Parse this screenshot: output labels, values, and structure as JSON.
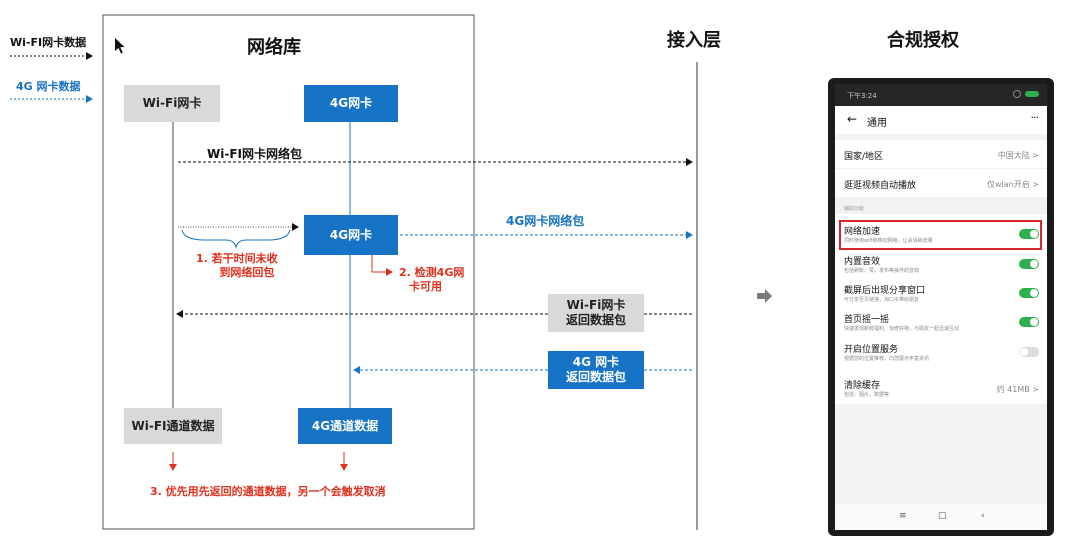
{
  "legend": {
    "wifi": "Wi-FI网卡数据",
    "g4": "4G 网卡数据"
  },
  "titles": {
    "network_lib": "网络库",
    "access_layer": "接入层",
    "compliance": "合规授权"
  },
  "boxes": {
    "wifi_card": "Wi-Fi网卡",
    "g4_card_top": "4G网卡",
    "g4_card_mid": "4G网卡",
    "wifi_return": [
      "Wi-Fi网卡",
      "返回数据包"
    ],
    "g4_return": [
      "4G 网卡",
      "返回数据包"
    ],
    "wifi_channel": "Wi-FI通道数据",
    "g4_channel": "4G通道数据"
  },
  "arrow_labels": {
    "wifi_packet": "Wi-FI网卡网络包",
    "g4_packet": "4G网卡网络包"
  },
  "notes": {
    "step1": [
      "1. 若干时间未收",
      "到网络回包"
    ],
    "step2": [
      "2. 检测4G网",
      "卡可用"
    ],
    "step3": "3. 优先用先返回的通道数据，另一个会触发取消"
  },
  "colors": {
    "blue": "#1673c5",
    "gray": "#d9d9d9",
    "red": "#e0301e",
    "toggle_on": "#2eb14d"
  },
  "phone": {
    "status_time": "下午3:24",
    "nav_title": "通用",
    "rows": [
      {
        "title": "国家/地区",
        "value": "中国大陆 >"
      },
      {
        "title": "逛逛视频自动播放",
        "value": "仅wlan开启 >"
      }
    ],
    "section_label": "辅助功能",
    "toggles": [
      {
        "title": "网络加速",
        "sub": "同时使用wifi和移动网络，让会消耗流量",
        "on": true
      },
      {
        "title": "内置音效",
        "sub": "包括刷新、赞、发布等操作的音效",
        "on": true
      },
      {
        "title": "截屏后出现分享窗口",
        "sub": "可分享至贝链接，淘口令带给朋友",
        "on": true
      },
      {
        "title": "首页摇一摇",
        "sub": "快速发现新鲜福利、惊奇好物，与朋友一起迅速互动",
        "on": true
      },
      {
        "title": "开启位置服务",
        "sub": "根据您的位置推荐，向您展示丰富资讯",
        "on": false
      }
    ],
    "cache": {
      "title": "清除缓存",
      "sub": "包括：图片，数据等",
      "value": "约 41MB >"
    }
  }
}
